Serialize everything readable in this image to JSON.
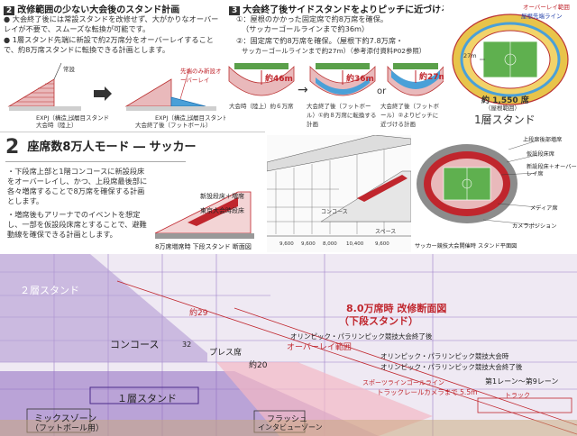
{
  "panel1": {
    "number": "2",
    "title": "改修範囲の少ない大会後のスタンド計画",
    "bullet1": "大会終了後には常設スタンドを改修せず、大がかりなオーバーレイが不要で、スムーズな転換が可能です。",
    "bullet2": "1層スタンド先端に新設で約2万席分をオーバーレイすることで、約8万席スタンドに転換できる計画とします。",
    "label_permanent": "常設",
    "label_new": "先端のみ新設オーバーレイ",
    "caption_left": "EXPJ（構造上）",
    "caption_left2": "大会時（陸上）",
    "caption_mid": "EXPJ（構造上）",
    "caption_right": "大会終了後（フットボール）",
    "stand_label": "1層目スタンド"
  },
  "panel2": {
    "number": "3",
    "title": "大会終了後サイドスタンドをよりピッチに近づける計画案",
    "item1": "①：屋根のかかった固定席で約8万席を確保。",
    "item1b": "（サッカーゴールラインまで約36m）",
    "item2": "②：固定席で約8万席を確保。（屋根下約7.8万席・",
    "item2b": "サッカーゴールラインまで約27m）（参考添付資料P02参照）",
    "dist1": "約46m",
    "dist2": "約36m",
    "dist3": "約27m",
    "cap1": "大会時（陸上）約６万席",
    "cap2": "大会終了後（フットボール）①約８万席に転換する計画",
    "cap3": "大会終了後（フットボール）②よりピッチに近づける計画"
  },
  "panel3": {
    "label_overlay": "オーバーレイ範囲",
    "label_roof": "屋根先端ライン",
    "label_27": "27m",
    "seats": "約 1,550 席",
    "seats_sub": "（屋根範囲）",
    "tier": "1層スタンド"
  },
  "panel4": {
    "number": "2",
    "title": "座席数8万人モード ― サッカー",
    "bullet1": "下段席上部と1階コンコースに新設段床をオーバーレイし、かつ、上段席最後部に各々増席することで8万席を確保する計画とします。",
    "bullet2": "増席後もアリーナでのイベントを想定し、一部を仮設段床席とすることで、避難動線を確保できる計画とします。",
    "label_a": "新設段床＋増席",
    "label_b": "東京大会時段床",
    "caption": "8万席増席時 下段スタンド 断面図"
  },
  "panel5": {
    "dims": [
      "9,600",
      "9,600",
      "8,000",
      "10,400",
      "9,600"
    ],
    "label_concourse": "コンコース",
    "label_space": "スペース"
  },
  "panel6": {
    "labels": [
      "上段席後部増席",
      "仮設段床席",
      "新設段床＋オーバーレイ席",
      "メディア席",
      "カメラポジション"
    ],
    "caption": "サッカー競技大会開催時 スタンド平面図"
  },
  "bottom": {
    "tier2": "２層スタンド",
    "concourse": "コンコース",
    "press": "プレス席",
    "tier1": "１層スタンド",
    "mixed": "ミックスゾーン",
    "mixed_sub": "（フットボール用）",
    "flash": "フラッシュ",
    "flash_sub": "インタビューゾーン",
    "approx29": "約29",
    "approx20": "約20",
    "num32": "32",
    "title_a": "8.0万席時 改修断面図",
    "title_b": "（下段スタンド）",
    "ol1": "オリンピック・パラリンピック競技大会終了後",
    "ol2": "オーバーレイ範囲",
    "ol3": "オリンピック・パラリンピック競技大会時",
    "ol4": "オリンピック・パラリンピック競技大会終了後",
    "track": "第1レーン〜第9レーン",
    "camera": "トラックレールカメラまで 5.5m",
    "goal": "スポーツラインゴールライン",
    "track_line": "トラック"
  }
}
